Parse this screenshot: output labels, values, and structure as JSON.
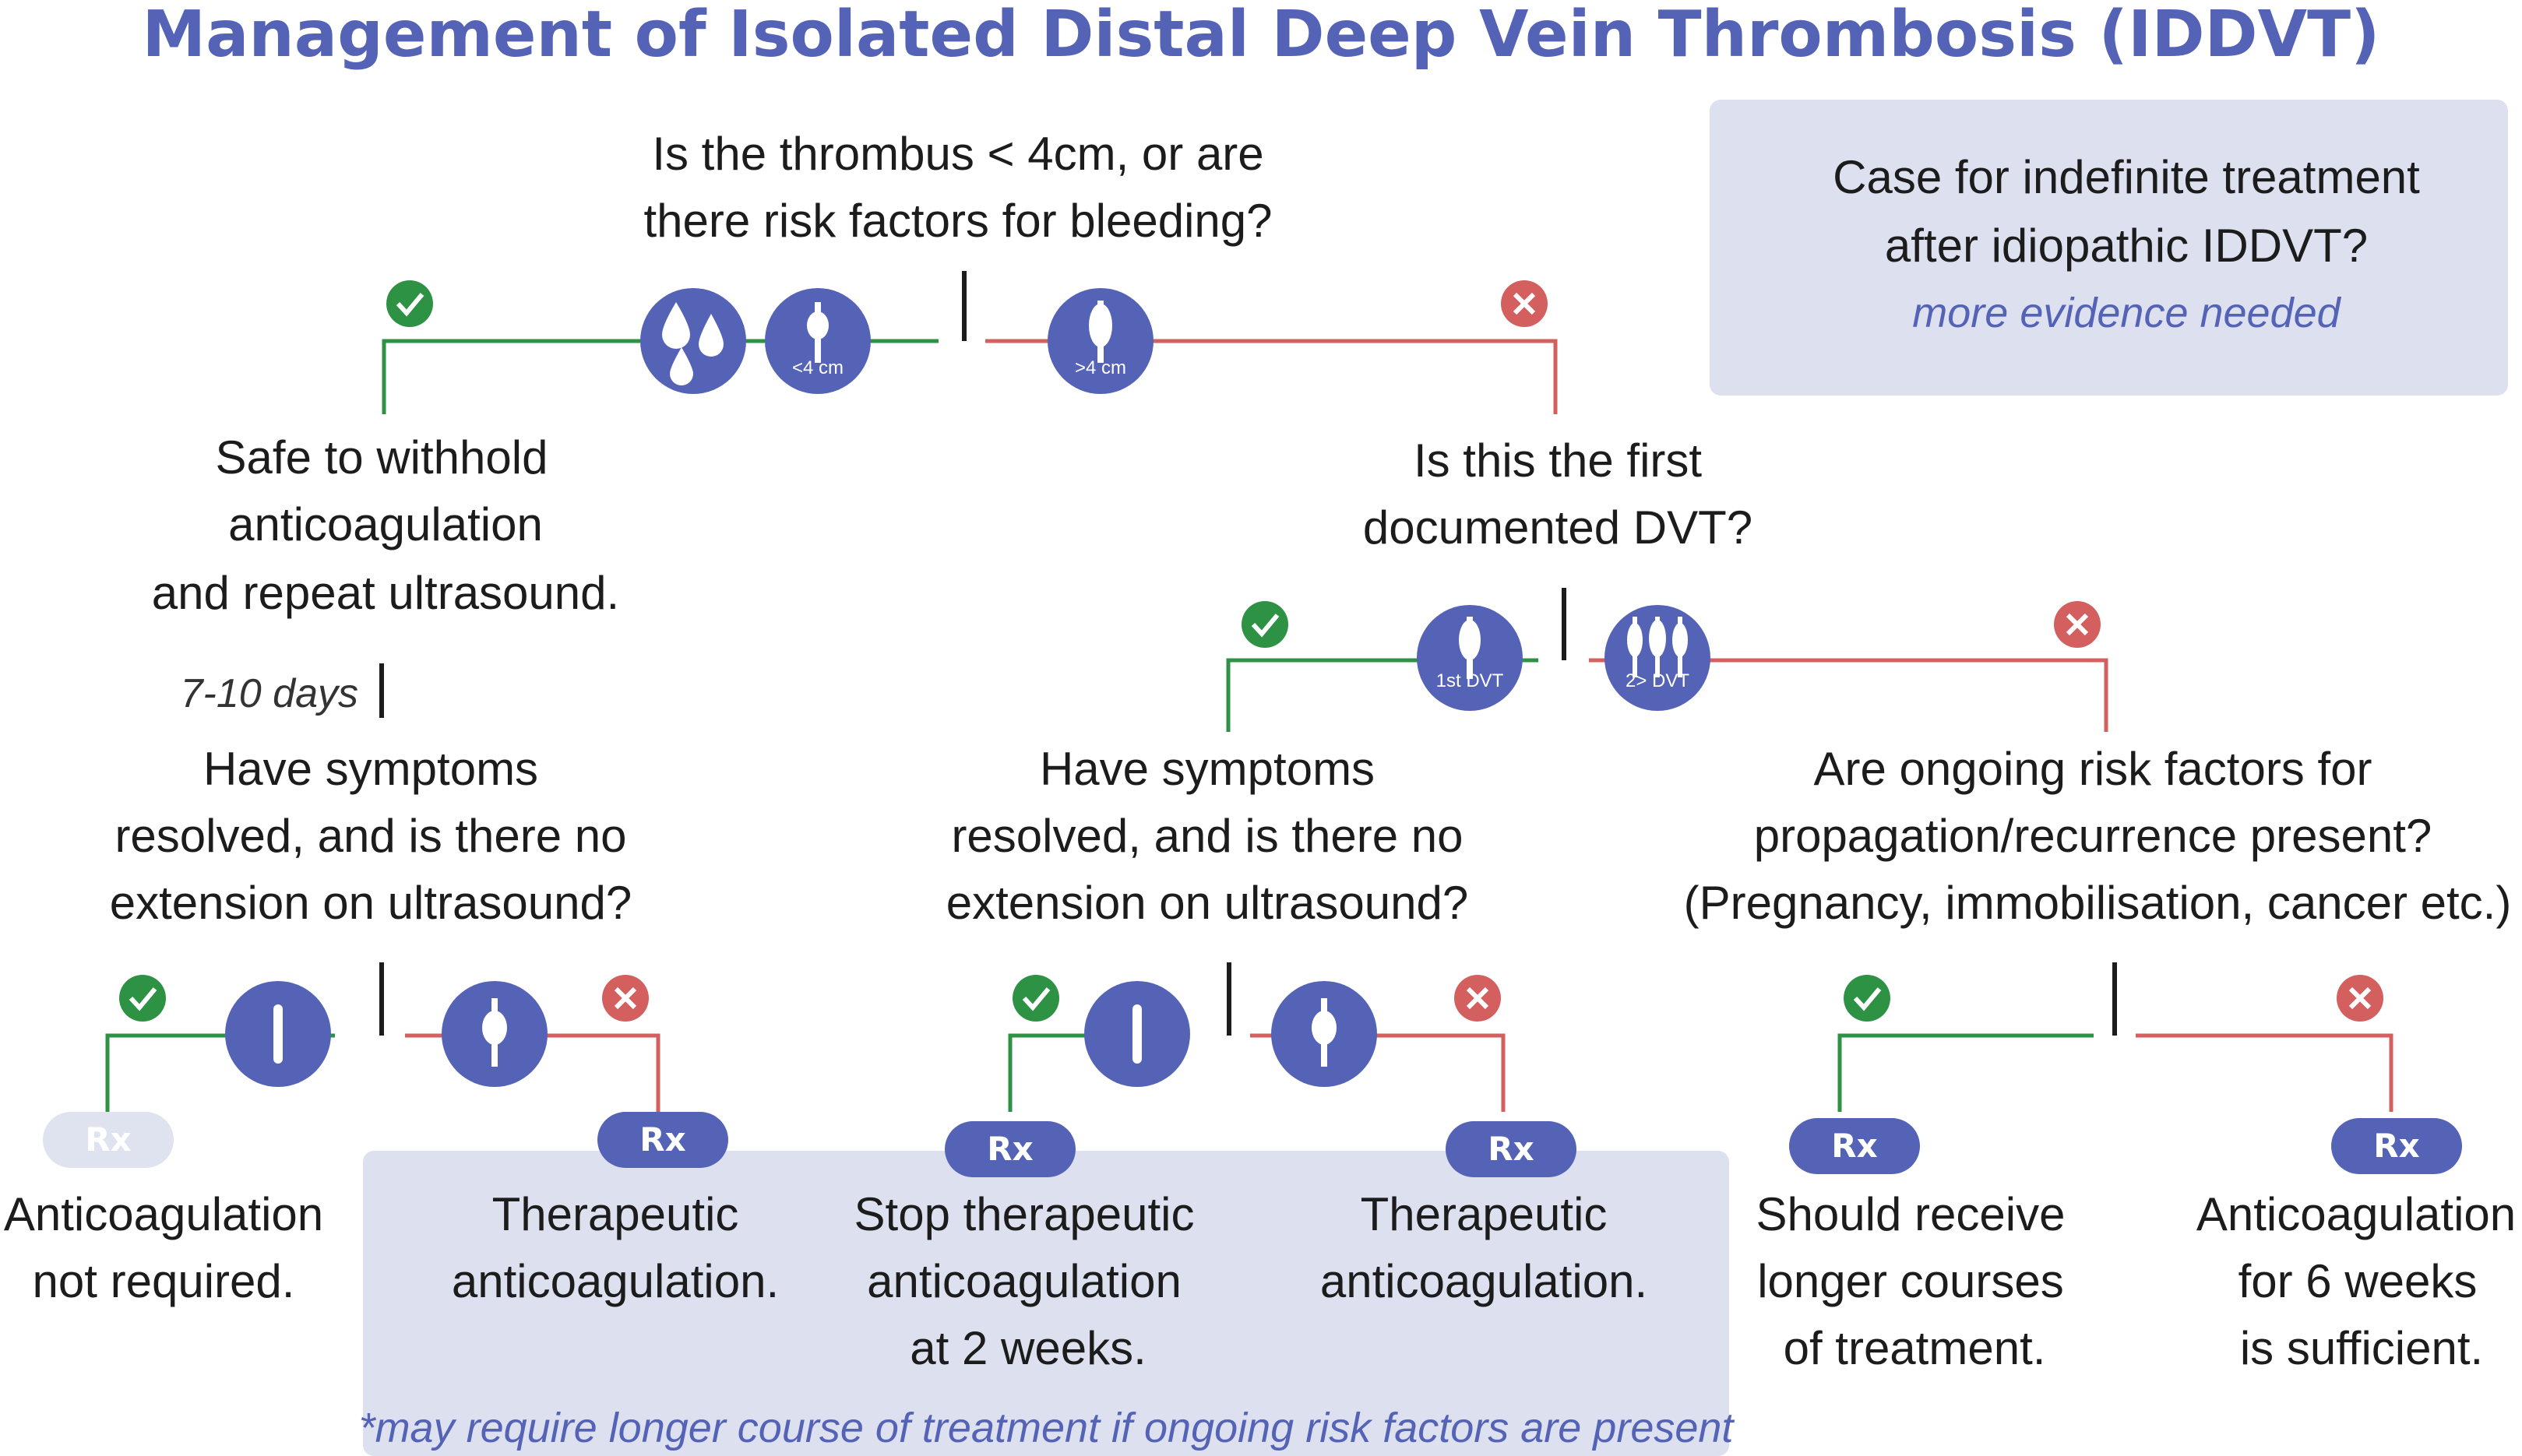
{
  "title": "Management of Isolated Distal Deep Vein Thrombosis (IDDVT)",
  "side_box": {
    "question_lines": [
      "Case for indefinite treatment",
      "after idiopathic IDDVT?"
    ],
    "note": "more evidence needed"
  },
  "q1": {
    "lines": [
      "Is the thrombus < 4cm, or are",
      "there risk factors for bleeding?"
    ]
  },
  "q1_icons": {
    "small": "<4 cm",
    "large": ">4 cm"
  },
  "safe": {
    "lines": [
      "Safe to withhold",
      "anticoagulation",
      "and repeat ultrasound."
    ]
  },
  "days": "7-10 days",
  "q2": {
    "lines": [
      "Is this the first",
      "documented DVT?"
    ]
  },
  "q2_icons": {
    "first": "1st DVT",
    "second": "2> DVT"
  },
  "q3_left": {
    "lines": [
      "Have symptoms",
      "resolved, and is there no",
      "extension on ultrasound?"
    ]
  },
  "q3_mid": {
    "lines": [
      "Have symptoms",
      "resolved, and is there no",
      "extension on ultrasound?"
    ]
  },
  "q3_right": {
    "lines": [
      "Are ongoing risk factors for",
      "propagation/recurrence present?",
      "(Pregnancy, immobilisation, cancer etc.)"
    ]
  },
  "rx_label": "Rx",
  "outcomes": {
    "o1": {
      "lines": [
        "Anticoagulation",
        "not required."
      ]
    },
    "o2": {
      "lines": [
        "Therapeutic",
        "anticoagulation."
      ]
    },
    "o3": {
      "lines": [
        "Stop therapeutic",
        "anticoagulation",
        "at 2 weeks."
      ]
    },
    "o4": {
      "lines": [
        "Therapeutic",
        "anticoagulation."
      ]
    },
    "o5": {
      "lines": [
        "Should receive",
        "longer courses",
        "of treatment."
      ]
    },
    "o6": {
      "lines": [
        "Anticoagulation",
        "for 6 weeks",
        "is sufficient."
      ]
    }
  },
  "footnote": "*may require longer course of treatment if ongoing risk factors are present",
  "colors": {
    "accent": "#5563b7",
    "yes_green": "#2e9244",
    "no_red": "#d35f5f",
    "box_bg": "#dde0ef",
    "rx_faded": "#dfe2ef"
  }
}
